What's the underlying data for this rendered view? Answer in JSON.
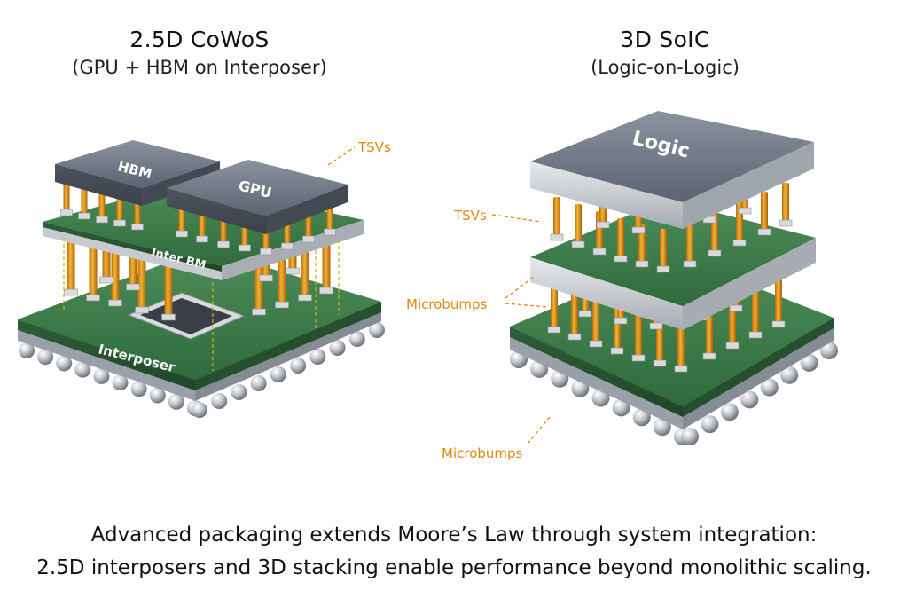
{
  "left": {
    "title": "2.5D CoWoS",
    "subtitle": "(GPU + HBM on Interposer)",
    "labels": {
      "hbm": "HBM",
      "gpu": "GPU",
      "interposer_upper": "Inter BM",
      "interposer": "Interposer"
    },
    "callouts": {
      "tsvs": "TSVs"
    }
  },
  "right": {
    "title": "3D SoIC",
    "subtitle": "(Logic-on-Logic)",
    "labels": {
      "logic": "Logic"
    },
    "callouts": {
      "tsvs": "TSVs",
      "microbumps_mid": "Microbumps",
      "microbumps_bottom": "Microbumps"
    }
  },
  "caption": {
    "line1": "Advanced packaging extends Moore’s Law through system integration:",
    "line2": "2.5D interposers and 3D stacking enable performance beyond monolithic scaling."
  },
  "colors": {
    "callout": "#e8860f",
    "pillar": "#e39a1c",
    "substrate": "#3f7a4a",
    "die": "#6d7480",
    "solder": "#c9cdd2"
  },
  "icons": [
    "hbm-die-icon",
    "gpu-die-icon",
    "logic-die-icon",
    "solder-ball-icon",
    "tsv-pillar-icon"
  ]
}
